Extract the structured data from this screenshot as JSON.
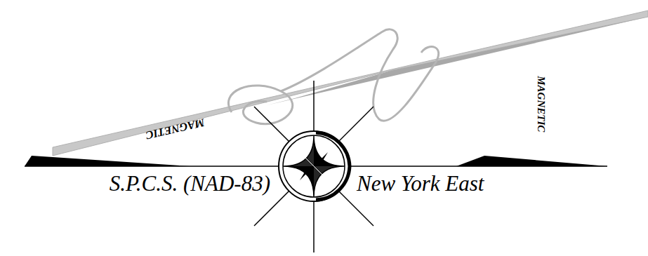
{
  "diagram": {
    "labels": [
      "S.P.C.S. (NAD-83)",
      "New York East",
      "MAGNETIC",
      "MAGNETIC"
    ]
  }
}
